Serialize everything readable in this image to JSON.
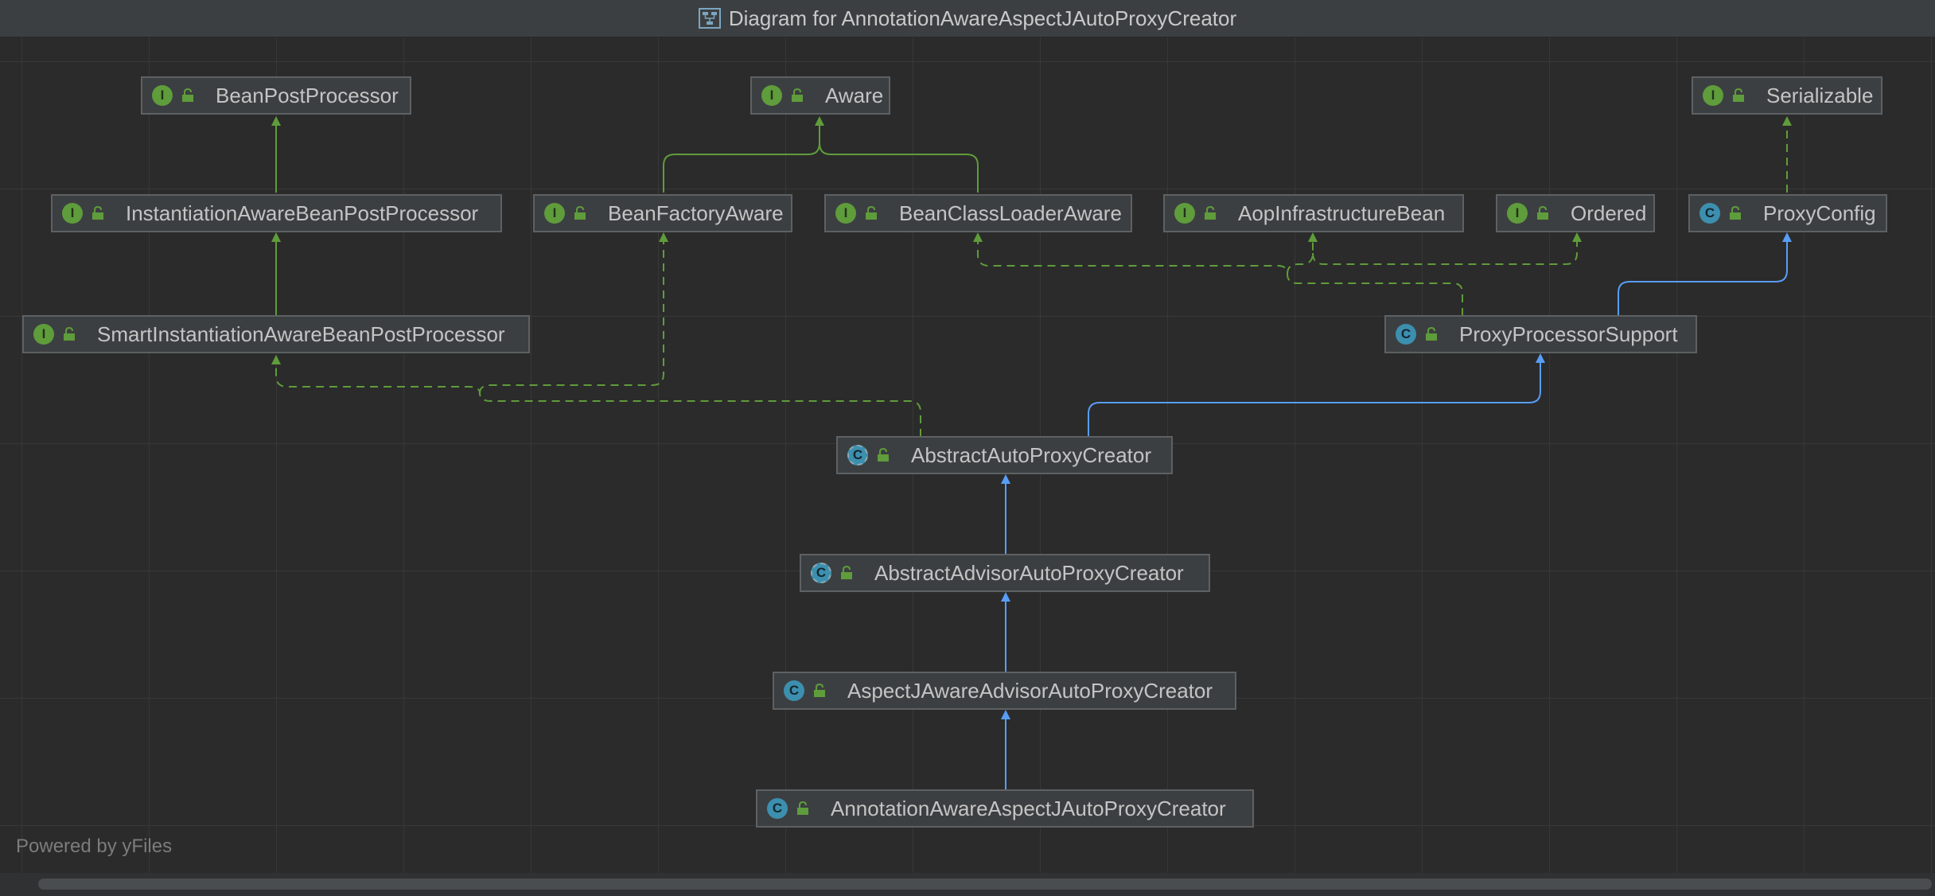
{
  "window": {
    "title": "Diagram for AnnotationAwareAspectJAutoProxyCreator",
    "icon": "diagram-icon"
  },
  "colors": {
    "background": "#2b2b2b",
    "node_fill": "#3c3f41",
    "interface_edge": "#5f9c3b",
    "class_edge": "#589df6",
    "interface_badge": "#5f9c3b",
    "class_badge": "#3c8fae"
  },
  "nodes": [
    {
      "id": "bpp",
      "kind": "interface",
      "badge": "I",
      "label": "BeanPostProcessor"
    },
    {
      "id": "aware",
      "kind": "interface",
      "badge": "I",
      "label": "Aware"
    },
    {
      "id": "serializable",
      "kind": "interface",
      "badge": "I",
      "label": "Serializable"
    },
    {
      "id": "iabpp",
      "kind": "interface",
      "badge": "I",
      "label": "InstantiationAwareBeanPostProcessor"
    },
    {
      "id": "bfa",
      "kind": "interface",
      "badge": "I",
      "label": "BeanFactoryAware"
    },
    {
      "id": "bcla",
      "kind": "interface",
      "badge": "I",
      "label": "BeanClassLoaderAware"
    },
    {
      "id": "aib",
      "kind": "interface",
      "badge": "I",
      "label": "AopInfrastructureBean"
    },
    {
      "id": "ordered",
      "kind": "interface",
      "badge": "I",
      "label": "Ordered"
    },
    {
      "id": "proxyconfig",
      "kind": "class",
      "badge": "C",
      "label": "ProxyConfig"
    },
    {
      "id": "siabpp",
      "kind": "interface",
      "badge": "I",
      "label": "SmartInstantiationAwareBeanPostProcessor"
    },
    {
      "id": "pps",
      "kind": "class",
      "badge": "C",
      "label": "ProxyProcessorSupport"
    },
    {
      "id": "aapc",
      "kind": "abstract",
      "badge": "C",
      "label": "AbstractAutoProxyCreator"
    },
    {
      "id": "aaapc",
      "kind": "abstract",
      "badge": "C",
      "label": "AbstractAdvisorAutoProxyCreator"
    },
    {
      "id": "ajaapc",
      "kind": "class",
      "badge": "C",
      "label": "AspectJAwareAdvisorAutoProxyCreator"
    },
    {
      "id": "anajapc",
      "kind": "class",
      "badge": "C",
      "label": "AnnotationAwareAspectJAutoProxyCreator"
    }
  ],
  "edges": [
    {
      "from": "iabpp",
      "to": "bpp",
      "type": "extends"
    },
    {
      "from": "siabpp",
      "to": "iabpp",
      "type": "extends"
    },
    {
      "from": "bfa",
      "to": "aware",
      "type": "extends"
    },
    {
      "from": "bcla",
      "to": "aware",
      "type": "extends"
    },
    {
      "from": "proxyconfig",
      "to": "serializable",
      "type": "implements"
    },
    {
      "from": "pps",
      "to": "proxyconfig",
      "type": "extends"
    },
    {
      "from": "pps",
      "to": "bcla",
      "type": "implements"
    },
    {
      "from": "pps",
      "to": "aib",
      "type": "implements"
    },
    {
      "from": "pps",
      "to": "ordered",
      "type": "implements"
    },
    {
      "from": "aapc",
      "to": "siabpp",
      "type": "implements"
    },
    {
      "from": "aapc",
      "to": "bfa",
      "type": "implements"
    },
    {
      "from": "aapc",
      "to": "pps",
      "type": "extends"
    },
    {
      "from": "aaapc",
      "to": "aapc",
      "type": "extends"
    },
    {
      "from": "ajaapc",
      "to": "aaapc",
      "type": "extends"
    },
    {
      "from": "anajapc",
      "to": "ajaapc",
      "type": "extends"
    }
  ],
  "footer": {
    "powered_by": "Powered by yFiles"
  }
}
